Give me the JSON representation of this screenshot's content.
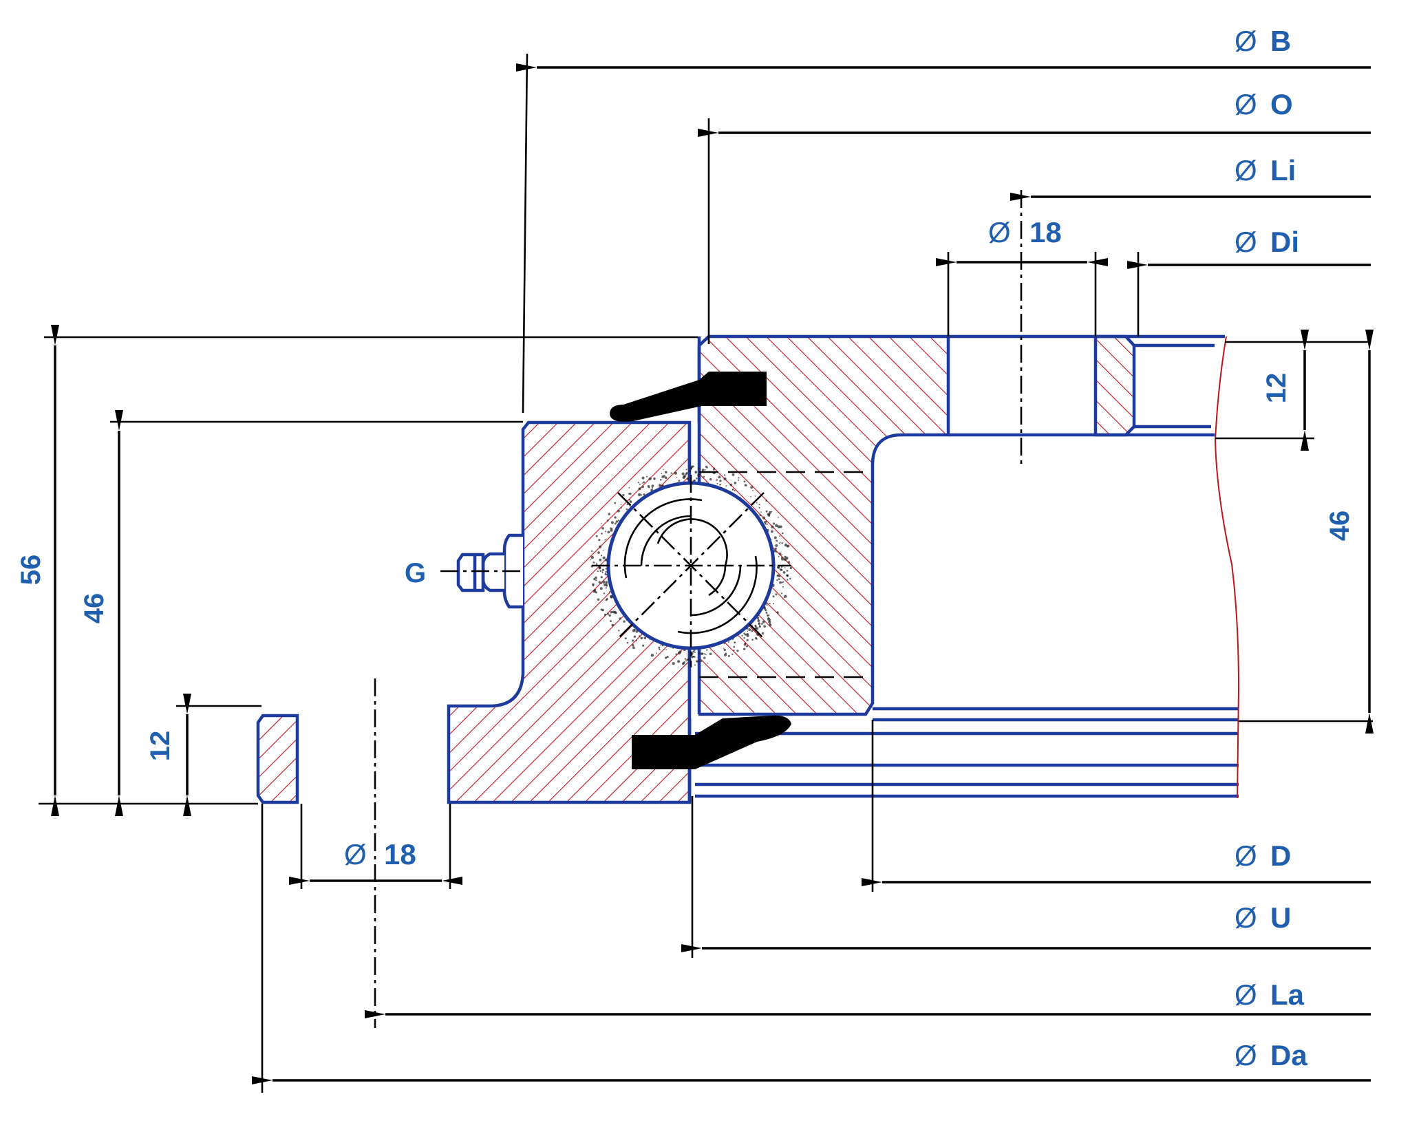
{
  "diagram": {
    "type": "slewing bearing cross-section drawing",
    "colors": {
      "label": "#1f5fae",
      "outline": "#1e3a9c",
      "hatch": "#c0141c",
      "dimension": "#000000"
    },
    "diameter_symbol": "Ø",
    "right_diameter_labels": [
      {
        "id": "B",
        "text": "B"
      },
      {
        "id": "O",
        "text": "O"
      },
      {
        "id": "Li",
        "text": "Li"
      },
      {
        "id": "Di",
        "text": "Di"
      },
      {
        "id": "D",
        "text": "D"
      },
      {
        "id": "U",
        "text": "U"
      },
      {
        "id": "La",
        "text": "La"
      },
      {
        "id": "Da",
        "text": "Da"
      }
    ],
    "hole_dimensions": {
      "top_hole": "18",
      "bottom_hole": "18"
    },
    "height_dimensions": {
      "total_height": "56",
      "outer_ring_height": "46",
      "outer_flange_thickness": "12",
      "inner_flange_thickness": "12",
      "inner_ring_height": "46"
    },
    "grease_fitting_label": "G"
  }
}
